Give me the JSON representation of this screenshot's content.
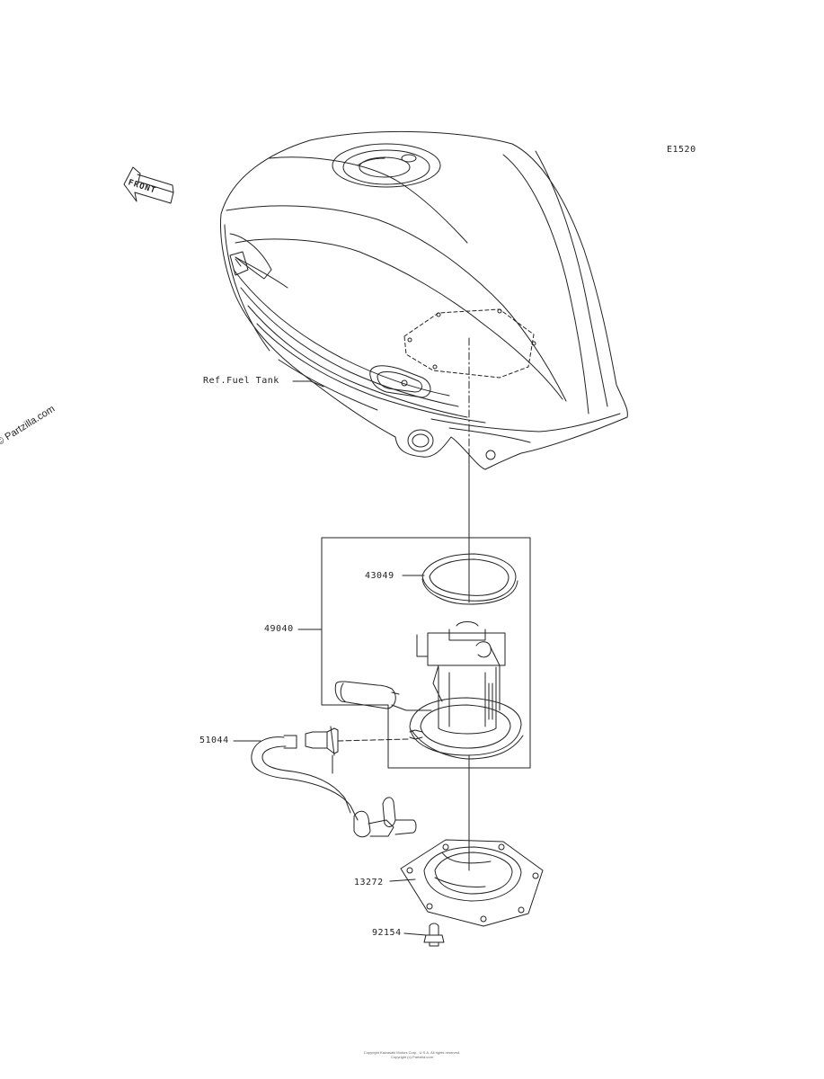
{
  "diagram": {
    "code": "E1520",
    "watermark": "© Partzilla.com",
    "front_arrow_label": "FRONT",
    "reference_label": "Ref.Fuel Tank",
    "parts": [
      {
        "number": "43049",
        "name": "gasket"
      },
      {
        "number": "49040",
        "name": "fuel-pump-assembly"
      },
      {
        "number": "51044",
        "name": "fuel-hose"
      },
      {
        "number": "13272",
        "name": "plate"
      },
      {
        "number": "92154",
        "name": "bolt"
      }
    ],
    "footer_line1": "Copyright Kawasaki Motors Corp., U.S.A. All rights reserved.",
    "footer_line2": "Copyright (c) Partzilla.com"
  }
}
